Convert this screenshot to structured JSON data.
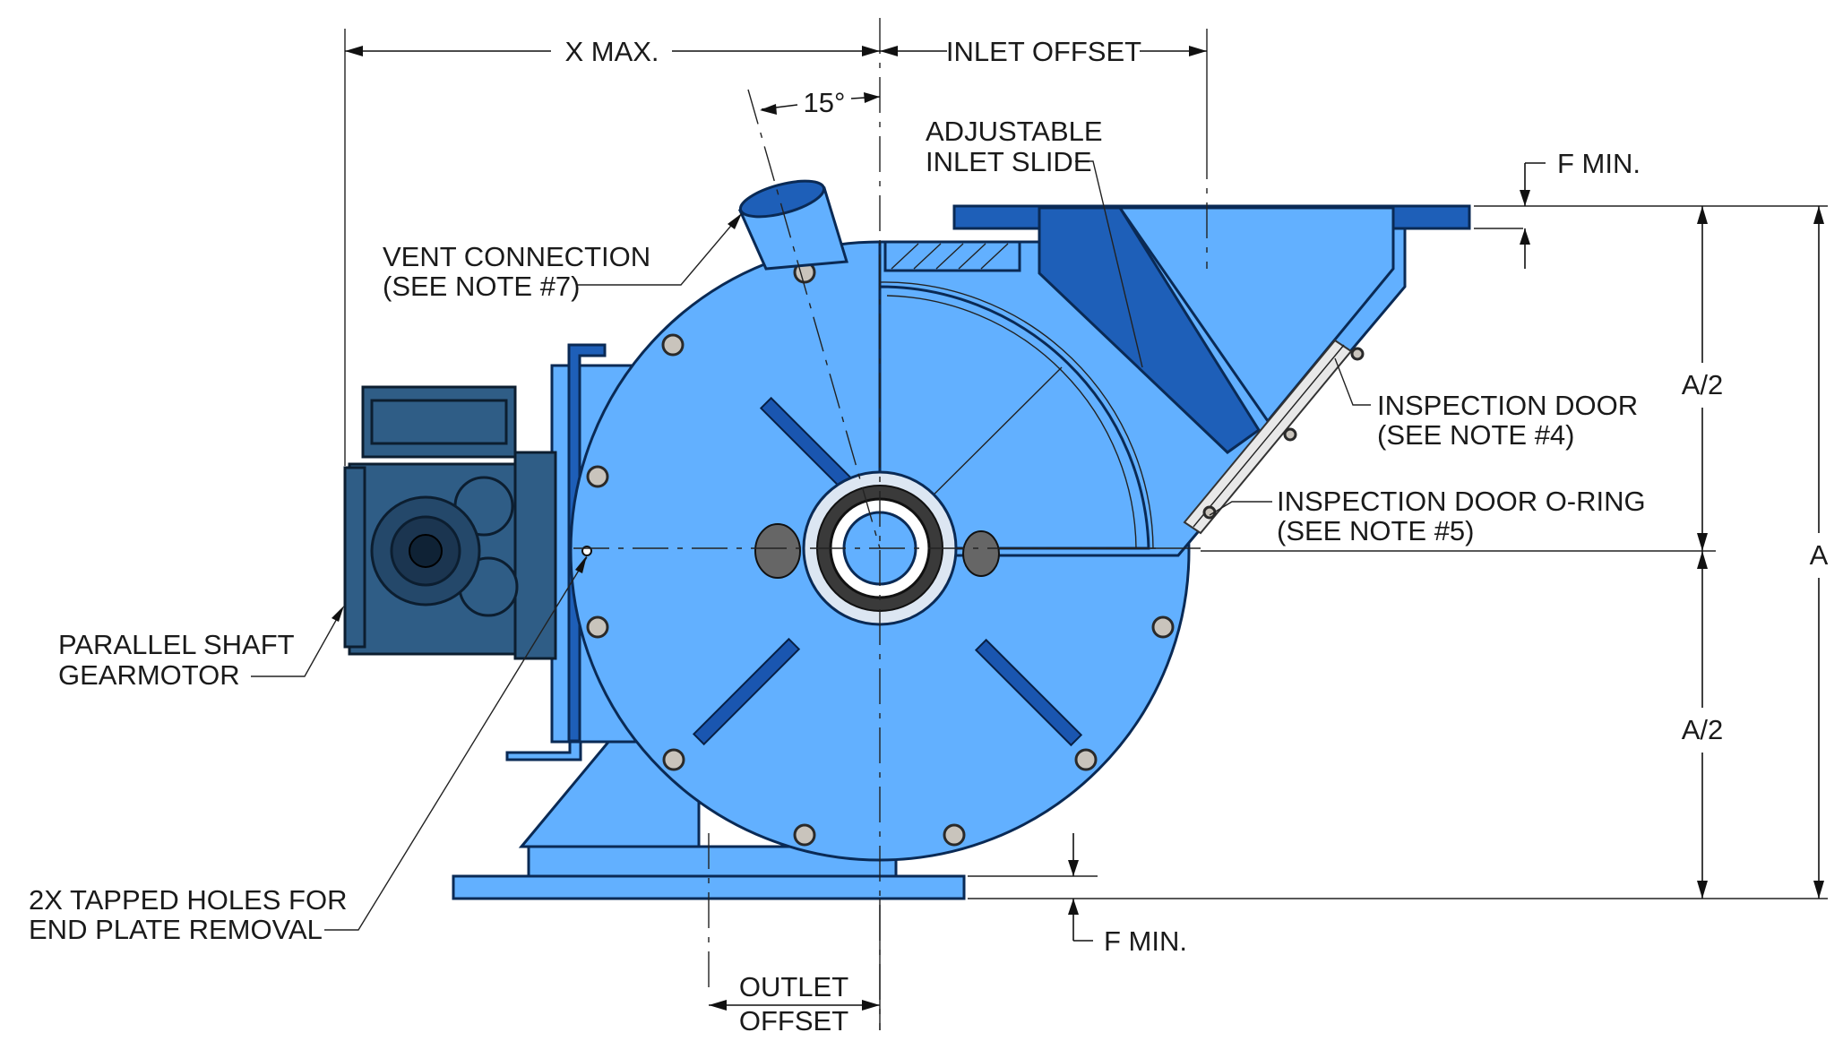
{
  "labels": {
    "x_max": "X MAX.",
    "inlet_offset": "INLET OFFSET",
    "angle": "15°",
    "adjustable_inlet_slide_1": "ADJUSTABLE",
    "adjustable_inlet_slide_2": "INLET SLIDE",
    "f_min_top": "F MIN.",
    "vent_connection_1": "VENT CONNECTION",
    "vent_connection_2": "(SEE NOTE #7)",
    "inspection_door_1": "INSPECTION DOOR",
    "inspection_door_2": "(SEE NOTE #4)",
    "inspection_door_oring_1": "INSPECTION DOOR O-RING",
    "inspection_door_oring_2": "(SEE NOTE #5)",
    "a_half_top": "A/2",
    "a_half_bottom": "A/2",
    "a": "A",
    "gearmotor_1": "PARALLEL SHAFT",
    "gearmotor_2": "GEARMOTOR",
    "tapped_holes_1": "2X TAPPED HOLES FOR",
    "tapped_holes_2": "END PLATE REMOVAL",
    "f_min_bottom": "F MIN.",
    "outlet_offset_1": "OUTLET",
    "outlet_offset_2": "OFFSET"
  },
  "colors": {
    "body": "#62b0ff",
    "body_dark": "#1e5fb8",
    "motor": "#2f5d86",
    "bolt": "#c9c4bc"
  }
}
